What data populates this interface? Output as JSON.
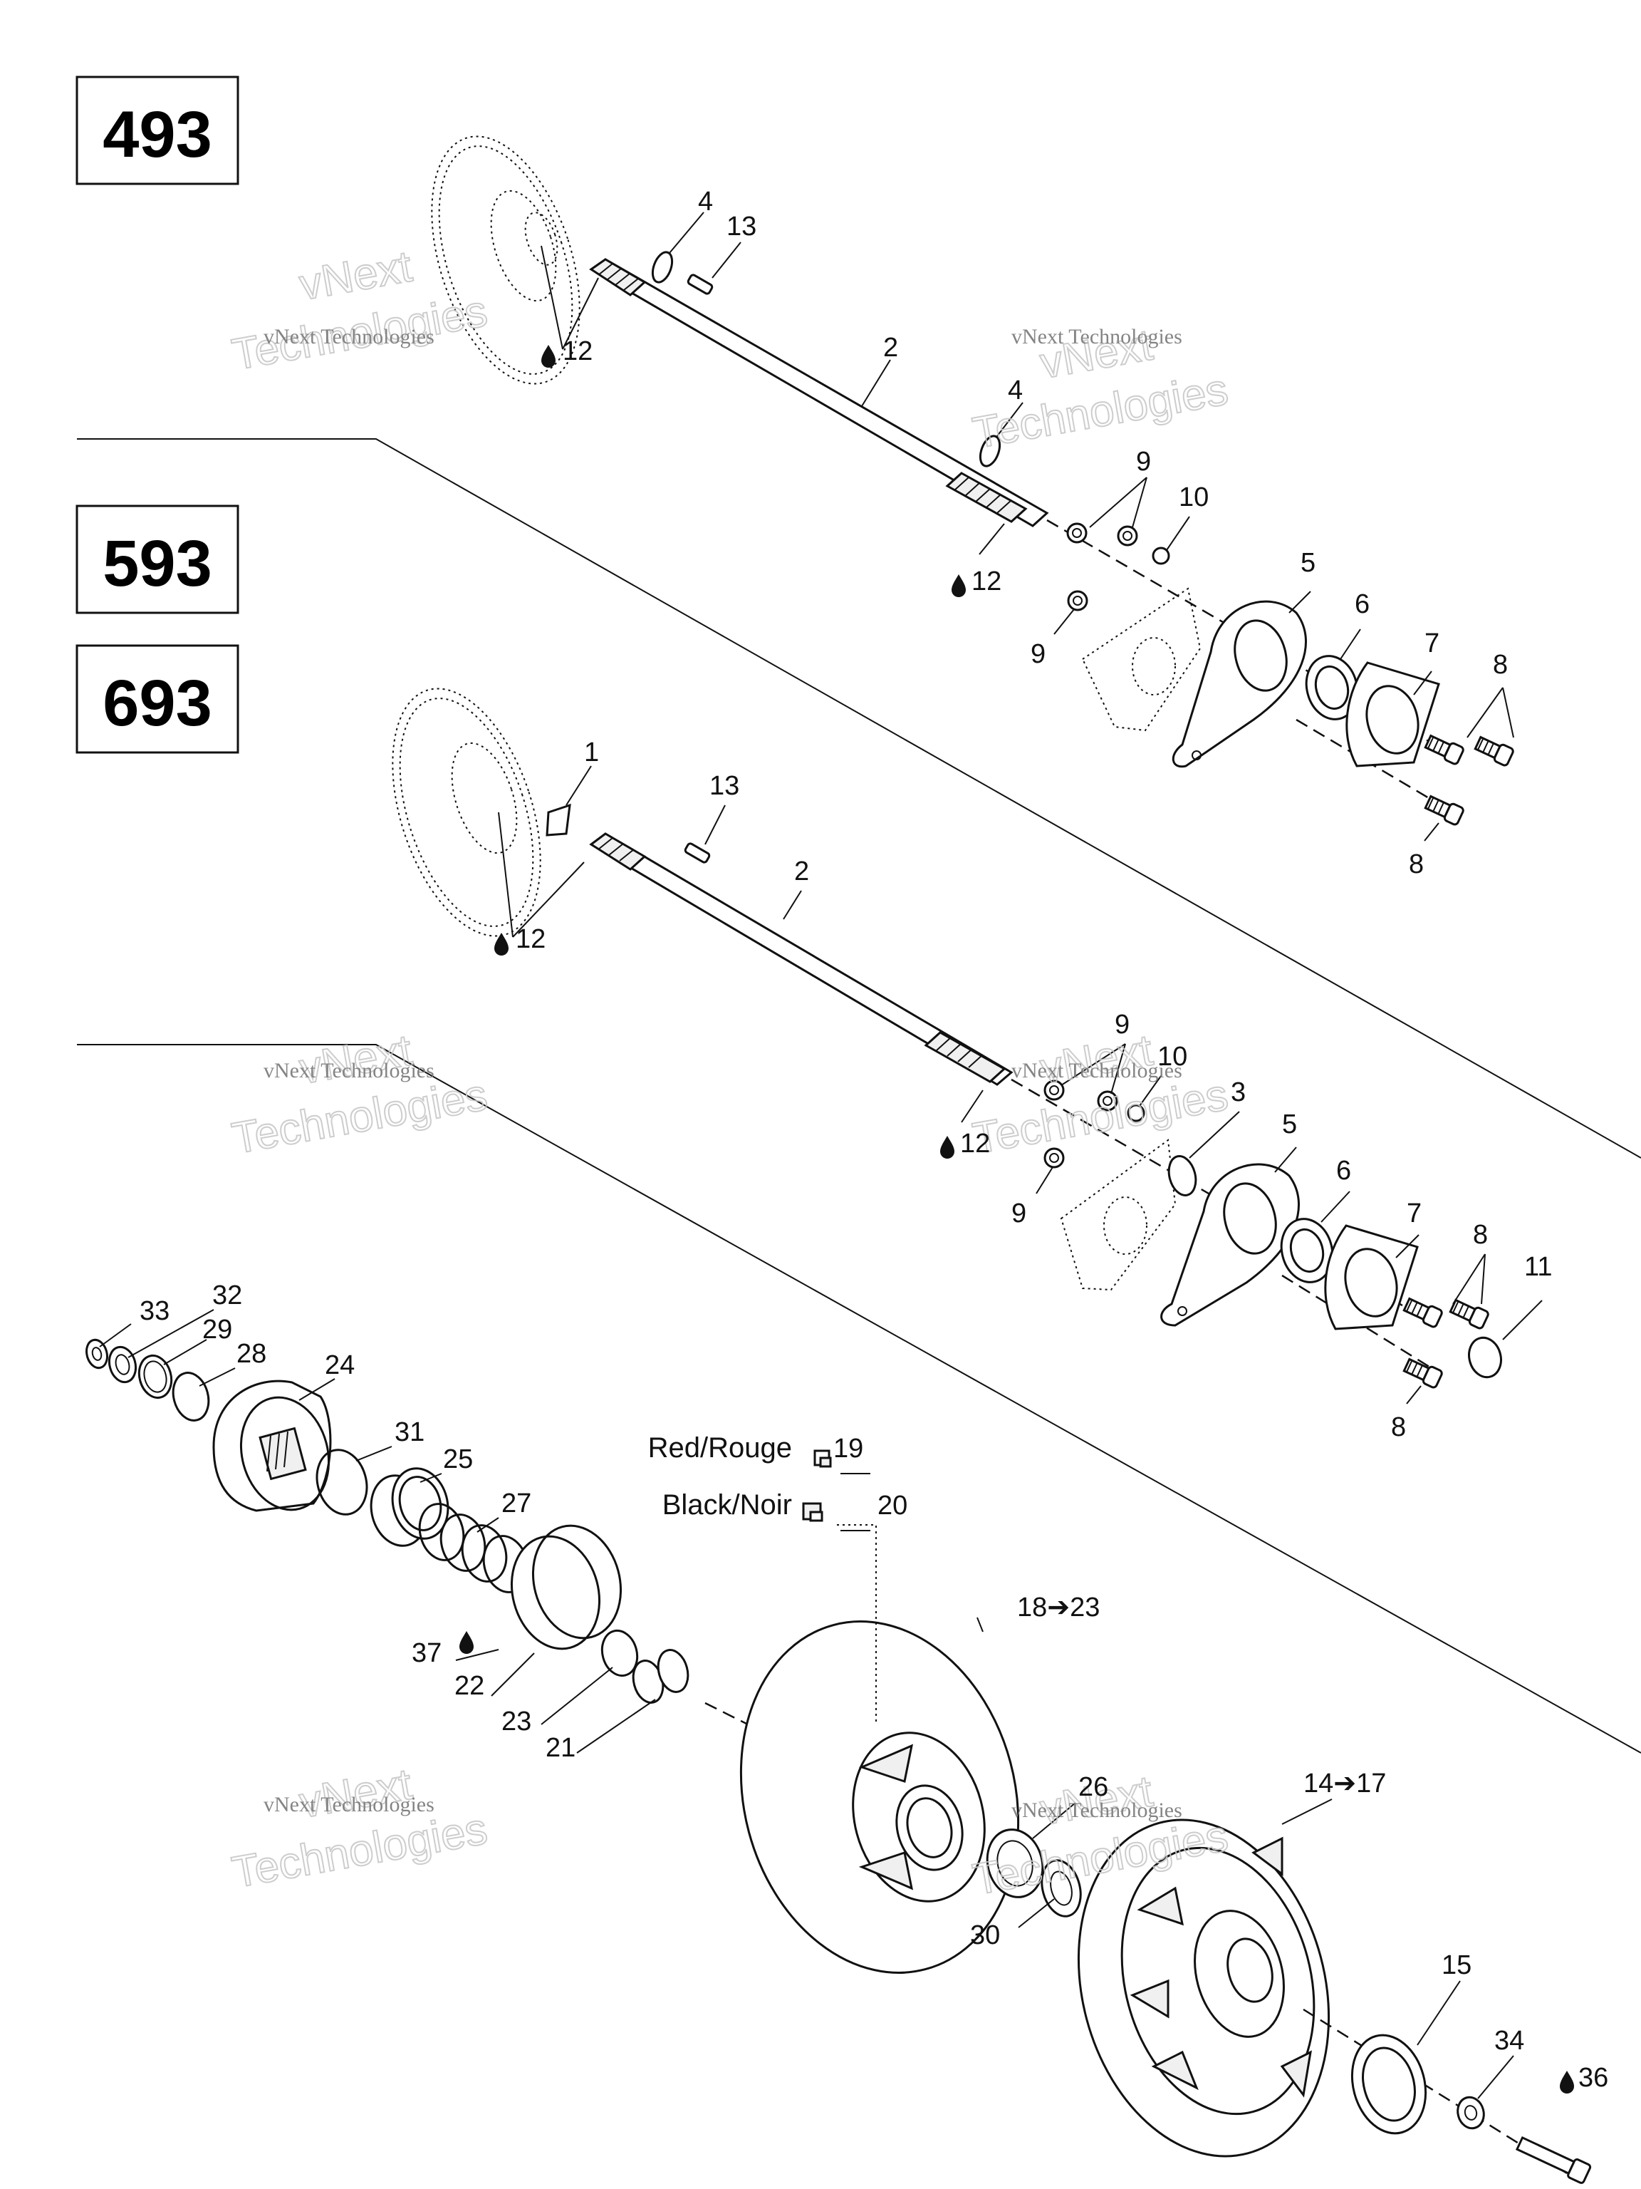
{
  "models": [
    "493",
    "593",
    "693"
  ],
  "watermark": {
    "line1": "vNext Technologies",
    "line2": "vNext",
    "line3": "Technologies"
  },
  "legend": {
    "red": "Red/Rouge",
    "black": "Black/Noir"
  },
  "callouts": {
    "c1": "1",
    "c2": "2",
    "c3": "3",
    "c4": "4",
    "c5": "5",
    "c6": "6",
    "c7": "7",
    "c8": "8",
    "c9": "9",
    "c10": "10",
    "c11": "11",
    "c12": "12",
    "c13": "13",
    "c14_17": "14➔17",
    "c15": "15",
    "c18_23": "18➔23",
    "c19": "19",
    "c20": "20",
    "c21": "21",
    "c22": "22",
    "c23": "23",
    "c24": "24",
    "c25": "25",
    "c26": "26",
    "c27": "27",
    "c28": "28",
    "c29": "29",
    "c30": "30",
    "c31": "31",
    "c32": "32",
    "c33": "33",
    "c34": "34",
    "c36": "36",
    "c37": "37"
  }
}
